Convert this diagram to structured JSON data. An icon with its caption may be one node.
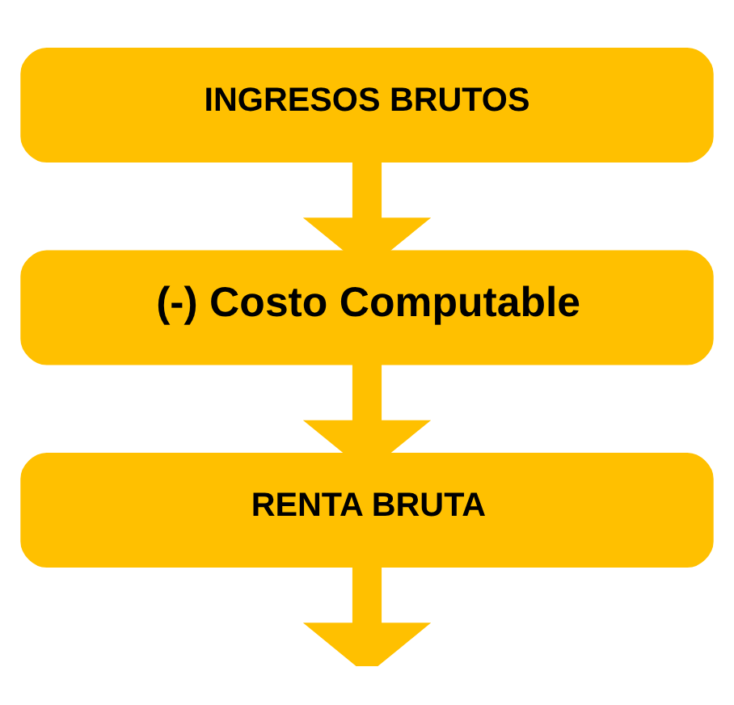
{
  "diagram": {
    "nodes": [
      {
        "text": [
          "INGRESOS BRUTOS"
        ]
      },
      {
        "text": [
          "(-) Costo Computable"
        ]
      },
      {
        "text": [
          "RENTA BRUTA"
        ]
      }
    ],
    "edges": [
      {
        "from": 0,
        "to": 1,
        "arrow": "to"
      },
      {
        "from": 1,
        "to": 2,
        "arrow": "to"
      },
      {
        "from": 2,
        "to": null,
        "arrow": "to"
      }
    ]
  }
}
